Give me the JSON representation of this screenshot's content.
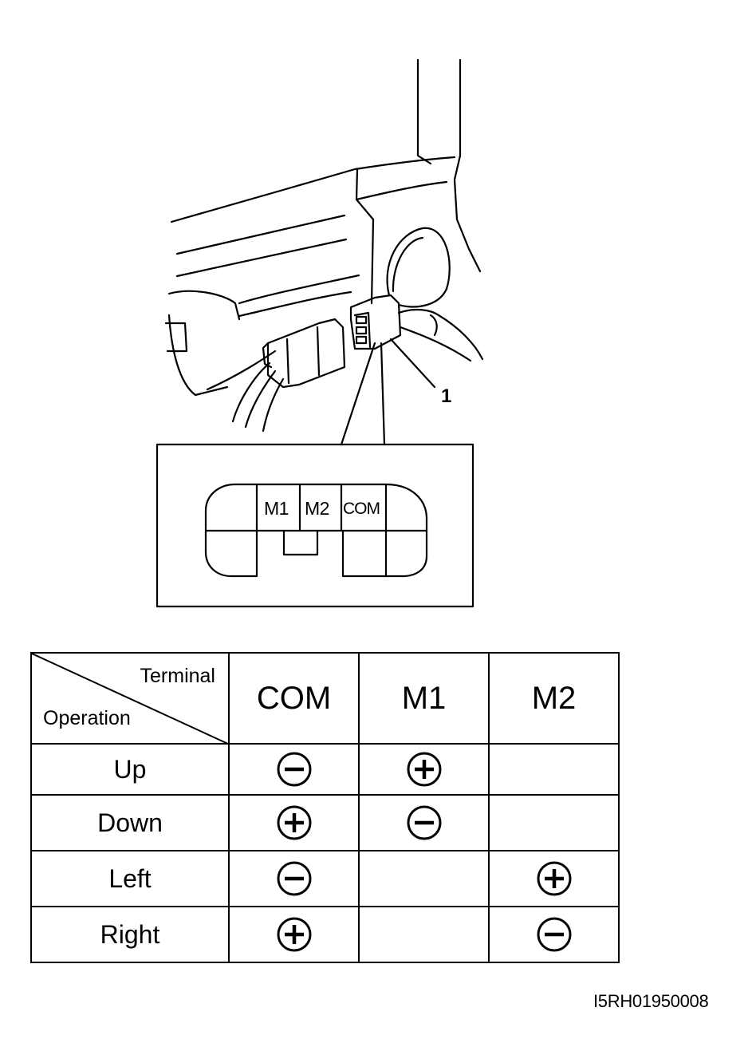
{
  "callout": "1",
  "connector_pins": {
    "m1": "M1",
    "m2": "M2",
    "com": "COM"
  },
  "table": {
    "corner_terminal": "Terminal",
    "corner_operation": "Operation",
    "terminals": [
      "COM",
      "M1",
      "M2"
    ],
    "rows": [
      {
        "operation": "Up",
        "signs": [
          "minus",
          "plus",
          ""
        ]
      },
      {
        "operation": "Down",
        "signs": [
          "plus",
          "minus",
          ""
        ]
      },
      {
        "operation": "Left",
        "signs": [
          "minus",
          "",
          "plus"
        ]
      },
      {
        "operation": "Right",
        "signs": [
          "plus",
          "",
          "minus"
        ]
      }
    ]
  },
  "figure_id": "I5RH01950008",
  "colors": {
    "ink": "#000000",
    "paper": "#ffffff"
  }
}
